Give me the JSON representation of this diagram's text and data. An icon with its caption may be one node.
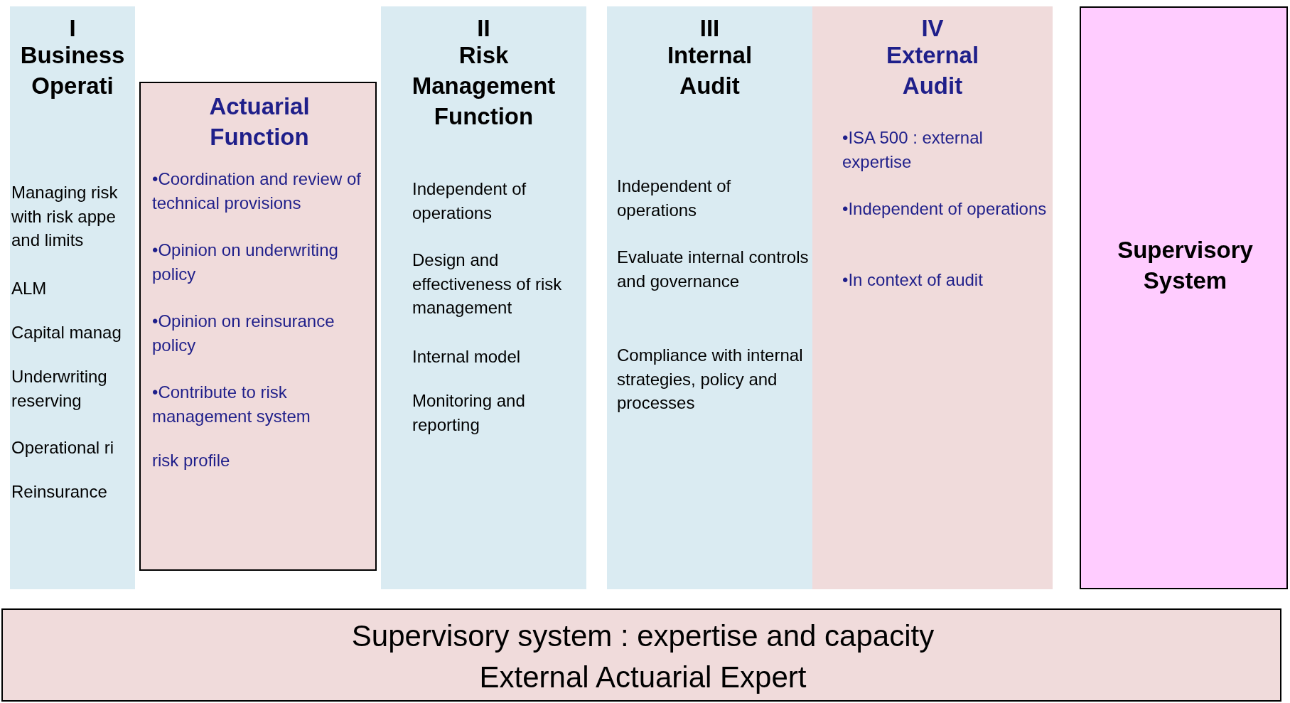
{
  "diagram": {
    "nodes": [
      {
        "text": [
          "I",
          "Business Operati",
          "Managing risk with risk appe and limits",
          "ALM",
          "Capital manag",
          "Underwriting reserving",
          "Operational ri",
          "Reinsurance"
        ]
      },
      {
        "text": [
          "Actuarial Function",
          "•Coordination and review of technical provisions",
          "•Opinion on underwriting policy",
          "•Opinion on reinsurance policy",
          "•Contribute to risk management system",
          "risk profile"
        ]
      },
      {
        "text": [
          "II",
          "Risk Management Function",
          "Independent of operations",
          "Design and effectiveness of risk management",
          "Internal model",
          "Monitoring and reporting"
        ]
      },
      {
        "text": [
          "III",
          "Internal Audit",
          "Independent of operations",
          "Evaluate internal controls and governance",
          "Compliance with internal strategies, policy and processes"
        ]
      },
      {
        "text": [
          "IV",
          "External Audit",
          "•ISA 500 : external expertise",
          "•Independent of operations",
          "•In context of audit"
        ]
      },
      {
        "text": [
          "Supervisory System"
        ]
      },
      {
        "text": [
          "Supervisory system : expertise and capacity",
          "External Actuarial Expert"
        ]
      }
    ]
  }
}
